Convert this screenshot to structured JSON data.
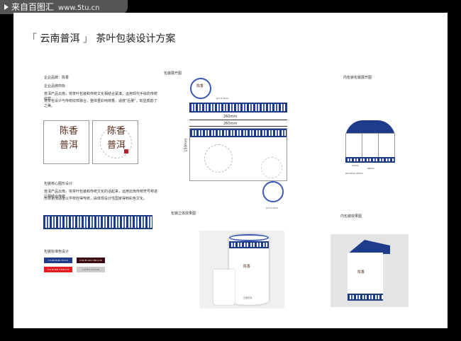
{
  "watermark": {
    "site": "来自百图汇",
    "url": "www.5tu.cn"
  },
  "title": {
    "open": "「",
    "main": "云南普洱",
    "close": "」",
    "rest": "茶叶包装设计方案"
  },
  "brand": {
    "label": "企业品牌：陈香",
    "logo_title": "企业品牌商标",
    "desc1": "普洱产品云南，将茶叶包装和传统文化相结合紧凑，运用现代手绘的传统纹样",
    "desc2": "将茶包设计与传统纹样融合，整体重彩纯荷香，适度\"后量\"，彰显孤韵了之美。"
  },
  "logo": {
    "line1": "陈香",
    "line2": "普洱"
  },
  "core": {
    "title": "包装核心图形设计",
    "desc1": "普洱产品云南，将茶叶包装和传统文化的话起来，运用云南传统符号称进行相结合传统",
    "desc2": "形体更加适度以学校检得传统，由体现设计性国家得到彩色文化。"
  },
  "colors": {
    "title": "包装标准色设计",
    "swatches": [
      {
        "hex": "#1f3b8c",
        "label": "C:100 M:80 Y:0 K:0"
      },
      {
        "hex": "#3a0a12",
        "label": "C:60 M:100 Y:80 K:50"
      },
      {
        "hex": "#e41e20",
        "label": "C:0 M:100 Y:100 K:0"
      },
      {
        "hex": "#cccccc",
        "label": "C:0 M:0 Y:0 K:20"
      }
    ]
  },
  "unfold": {
    "title": "包装展开图",
    "width1": "260mm",
    "width2": "260mm",
    "height": "150mm",
    "circle_note": "φ7=7.7mm",
    "circle_note2": "φ7=7.7mm"
  },
  "inner_unfold": {
    "title": "内包装包装展开图",
    "w1": "24mm",
    "w2": "48mm",
    "note": "φ5=5mm-15mm"
  },
  "effect3d": {
    "title": "包装立体效果图",
    "brand": "云南普洱"
  },
  "inner3d": {
    "title": "内包装效果图"
  }
}
